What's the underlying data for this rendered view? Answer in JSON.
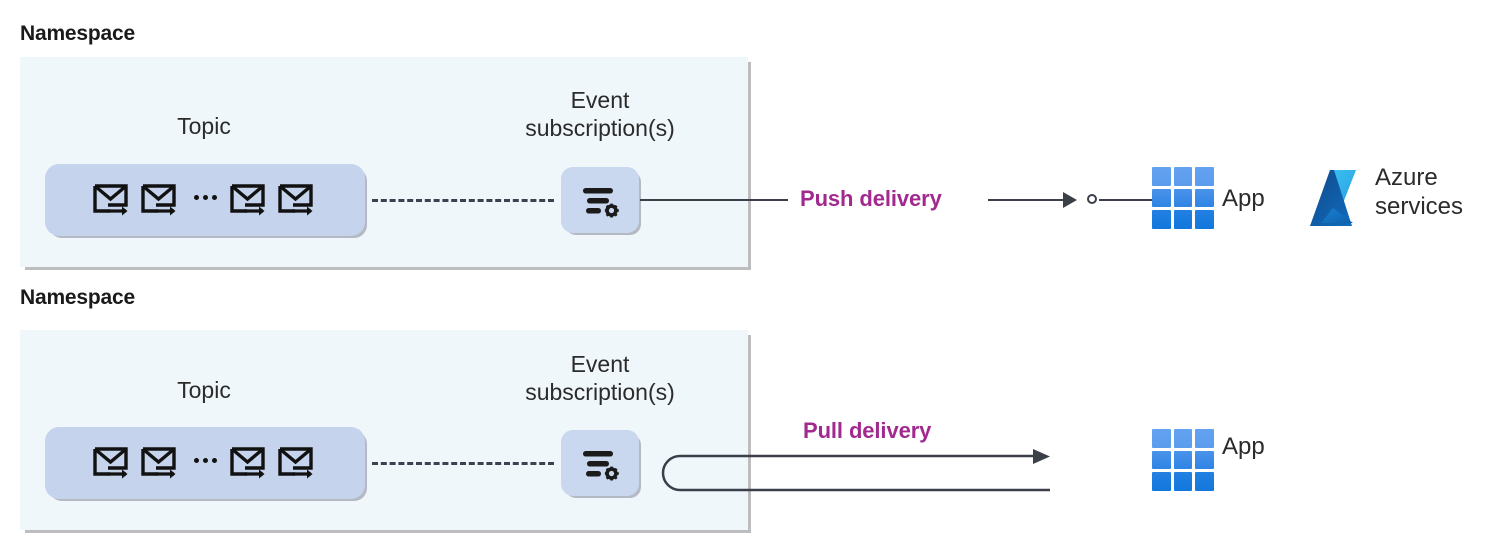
{
  "diagram": {
    "title_push_section": "Namespace",
    "title_pull_section": "Namespace",
    "accent_color": "#a22a8e",
    "namespace_bg": "#f0f7fb",
    "tile_bg": "#c5d4ec",
    "line_color": "#3b3f4a",
    "app_icon_blue": "#2380e2",
    "azure_blue": "#0f6cbd"
  },
  "push": {
    "namespace_label": "Namespace",
    "topic_label": "Topic",
    "subscription_label": "Event\nsubscription(s)",
    "delivery_label": "Push delivery",
    "app_label": "App",
    "azure_label": "Azure\nservices",
    "envelope_count": 4,
    "ellipsis": "…"
  },
  "pull": {
    "namespace_label": "Namespace",
    "topic_label": "Topic",
    "subscription_label": "Event\nsubscription(s)",
    "delivery_label": "Pull delivery",
    "app_label": "App",
    "envelope_count": 4,
    "ellipsis": "…"
  },
  "icons": {
    "envelope": "envelope-with-arrow-icon",
    "subscription": "filter-gear-icon",
    "app": "app-grid-icon",
    "azure": "azure-logo-icon"
  }
}
